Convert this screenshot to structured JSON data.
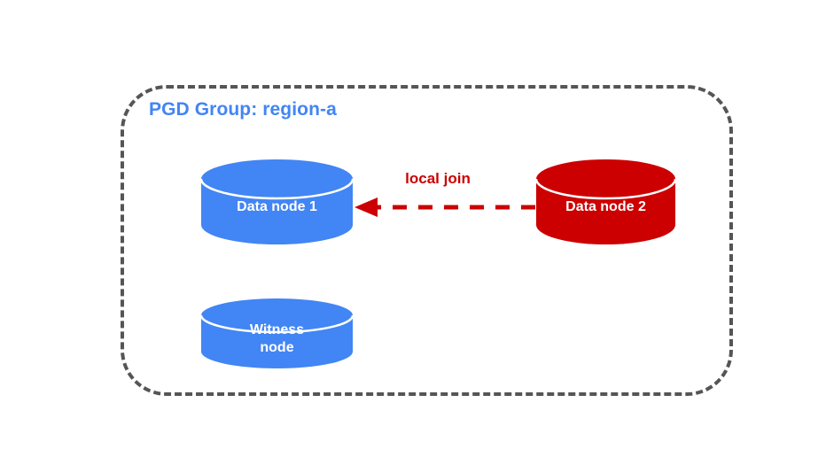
{
  "diagram": {
    "title": "PGD Group: region-a",
    "group_border_color": "#555555",
    "title_color": "#4285F4",
    "nodes": [
      {
        "id": "data-node-1",
        "label": "Data node 1",
        "color": "#4285F4",
        "shape": "cylinder"
      },
      {
        "id": "witness-node",
        "label": "Witness\nnode",
        "color": "#4285F4",
        "shape": "cylinder"
      },
      {
        "id": "data-node-2",
        "label": "Data node 2",
        "color": "#CC0000",
        "shape": "cylinder"
      }
    ],
    "connection": {
      "label": "local join",
      "color": "#CC0000",
      "style": "dashed",
      "direction": "right-to-left",
      "from": "Data node 2",
      "to": "Data node 1"
    }
  }
}
